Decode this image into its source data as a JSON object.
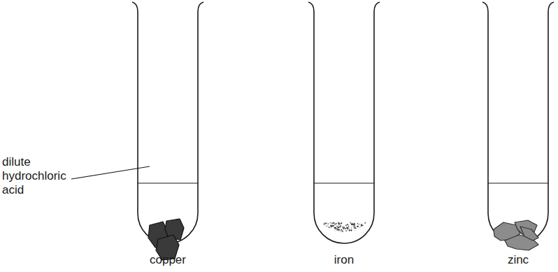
{
  "diagram": {
    "labels": [
      "dilute hydrochloric acid",
      "copper",
      "iron",
      "zinc"
    ]
  }
}
